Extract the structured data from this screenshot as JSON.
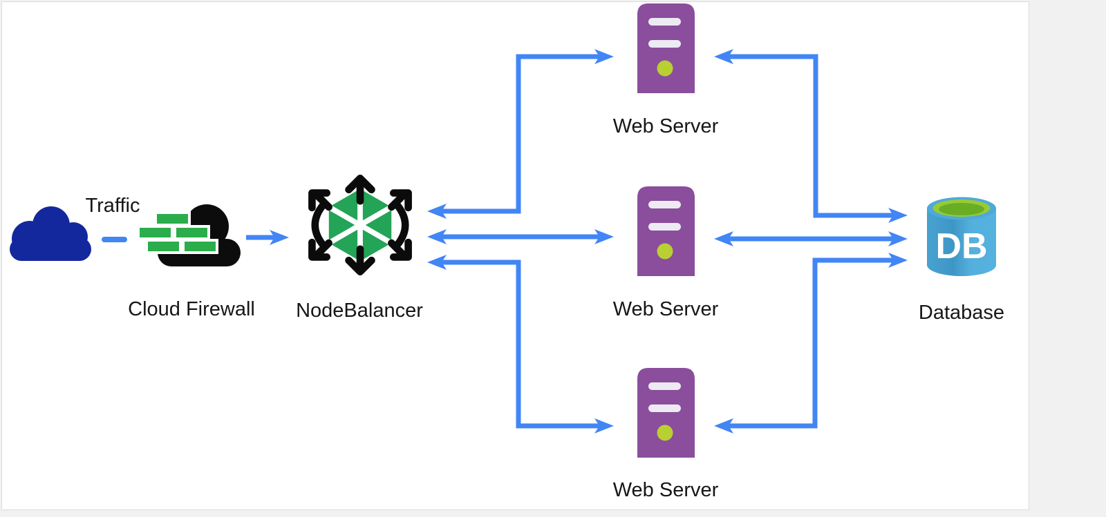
{
  "diagram": {
    "title": "NodeBalancer load-balancing architecture",
    "type": "architecture-diagram"
  },
  "nodes": {
    "traffic": {
      "label": "Traffic",
      "icon": "cloud-icon"
    },
    "cloud_firewall": {
      "label": "Cloud Firewall",
      "icon": "firewall-brick-cloud-icon"
    },
    "nodebalancer": {
      "label": "NodeBalancer",
      "icon": "nodebalancer-hexagon-icon"
    },
    "web_server_1": {
      "label": "Web Server",
      "icon": "server-tower-icon"
    },
    "web_server_2": {
      "label": "Web Server",
      "icon": "server-tower-icon"
    },
    "web_server_3": {
      "label": "Web Server",
      "icon": "server-tower-icon"
    },
    "database": {
      "label": "Database",
      "icon": "database-cylinder-icon",
      "icon_text": "DB"
    }
  },
  "edges": [
    {
      "from": "traffic",
      "to": "cloud_firewall",
      "style": "dashed-segment",
      "direction": "none"
    },
    {
      "from": "cloud_firewall",
      "to": "nodebalancer",
      "style": "arrow",
      "direction": "right"
    },
    {
      "from": "nodebalancer",
      "to": "web_server_1",
      "style": "elbow-arrow",
      "direction": "both"
    },
    {
      "from": "nodebalancer",
      "to": "web_server_2",
      "style": "straight-arrow",
      "direction": "both"
    },
    {
      "from": "nodebalancer",
      "to": "web_server_3",
      "style": "elbow-arrow",
      "direction": "both"
    },
    {
      "from": "web_server_1",
      "to": "database",
      "style": "elbow-arrow",
      "direction": "both"
    },
    {
      "from": "web_server_2",
      "to": "database",
      "style": "straight-arrow",
      "direction": "both"
    },
    {
      "from": "web_server_3",
      "to": "database",
      "style": "elbow-arrow",
      "direction": "both"
    }
  ],
  "colors": {
    "arrow_blue": "#4285F4",
    "traffic_cloud_navy": "#14289D",
    "firewall_black": "#0C0C0C",
    "brick_green": "#2BAD4C",
    "balancer_green": "#23A457",
    "balancer_black": "#0B0B0B",
    "server_purple": "#8A4E9C",
    "server_slot": "#EDEAF4",
    "server_led": "#B9D032",
    "db_body_blue": "#48A2D1",
    "db_rim_blue": "#4FA9D8",
    "db_top_green": "#97CB35",
    "db_top_inner_green": "#69AD25",
    "canvas_white": "#FFFFFF",
    "page_gray": "#F1F1F2",
    "label_black": "#161616"
  }
}
